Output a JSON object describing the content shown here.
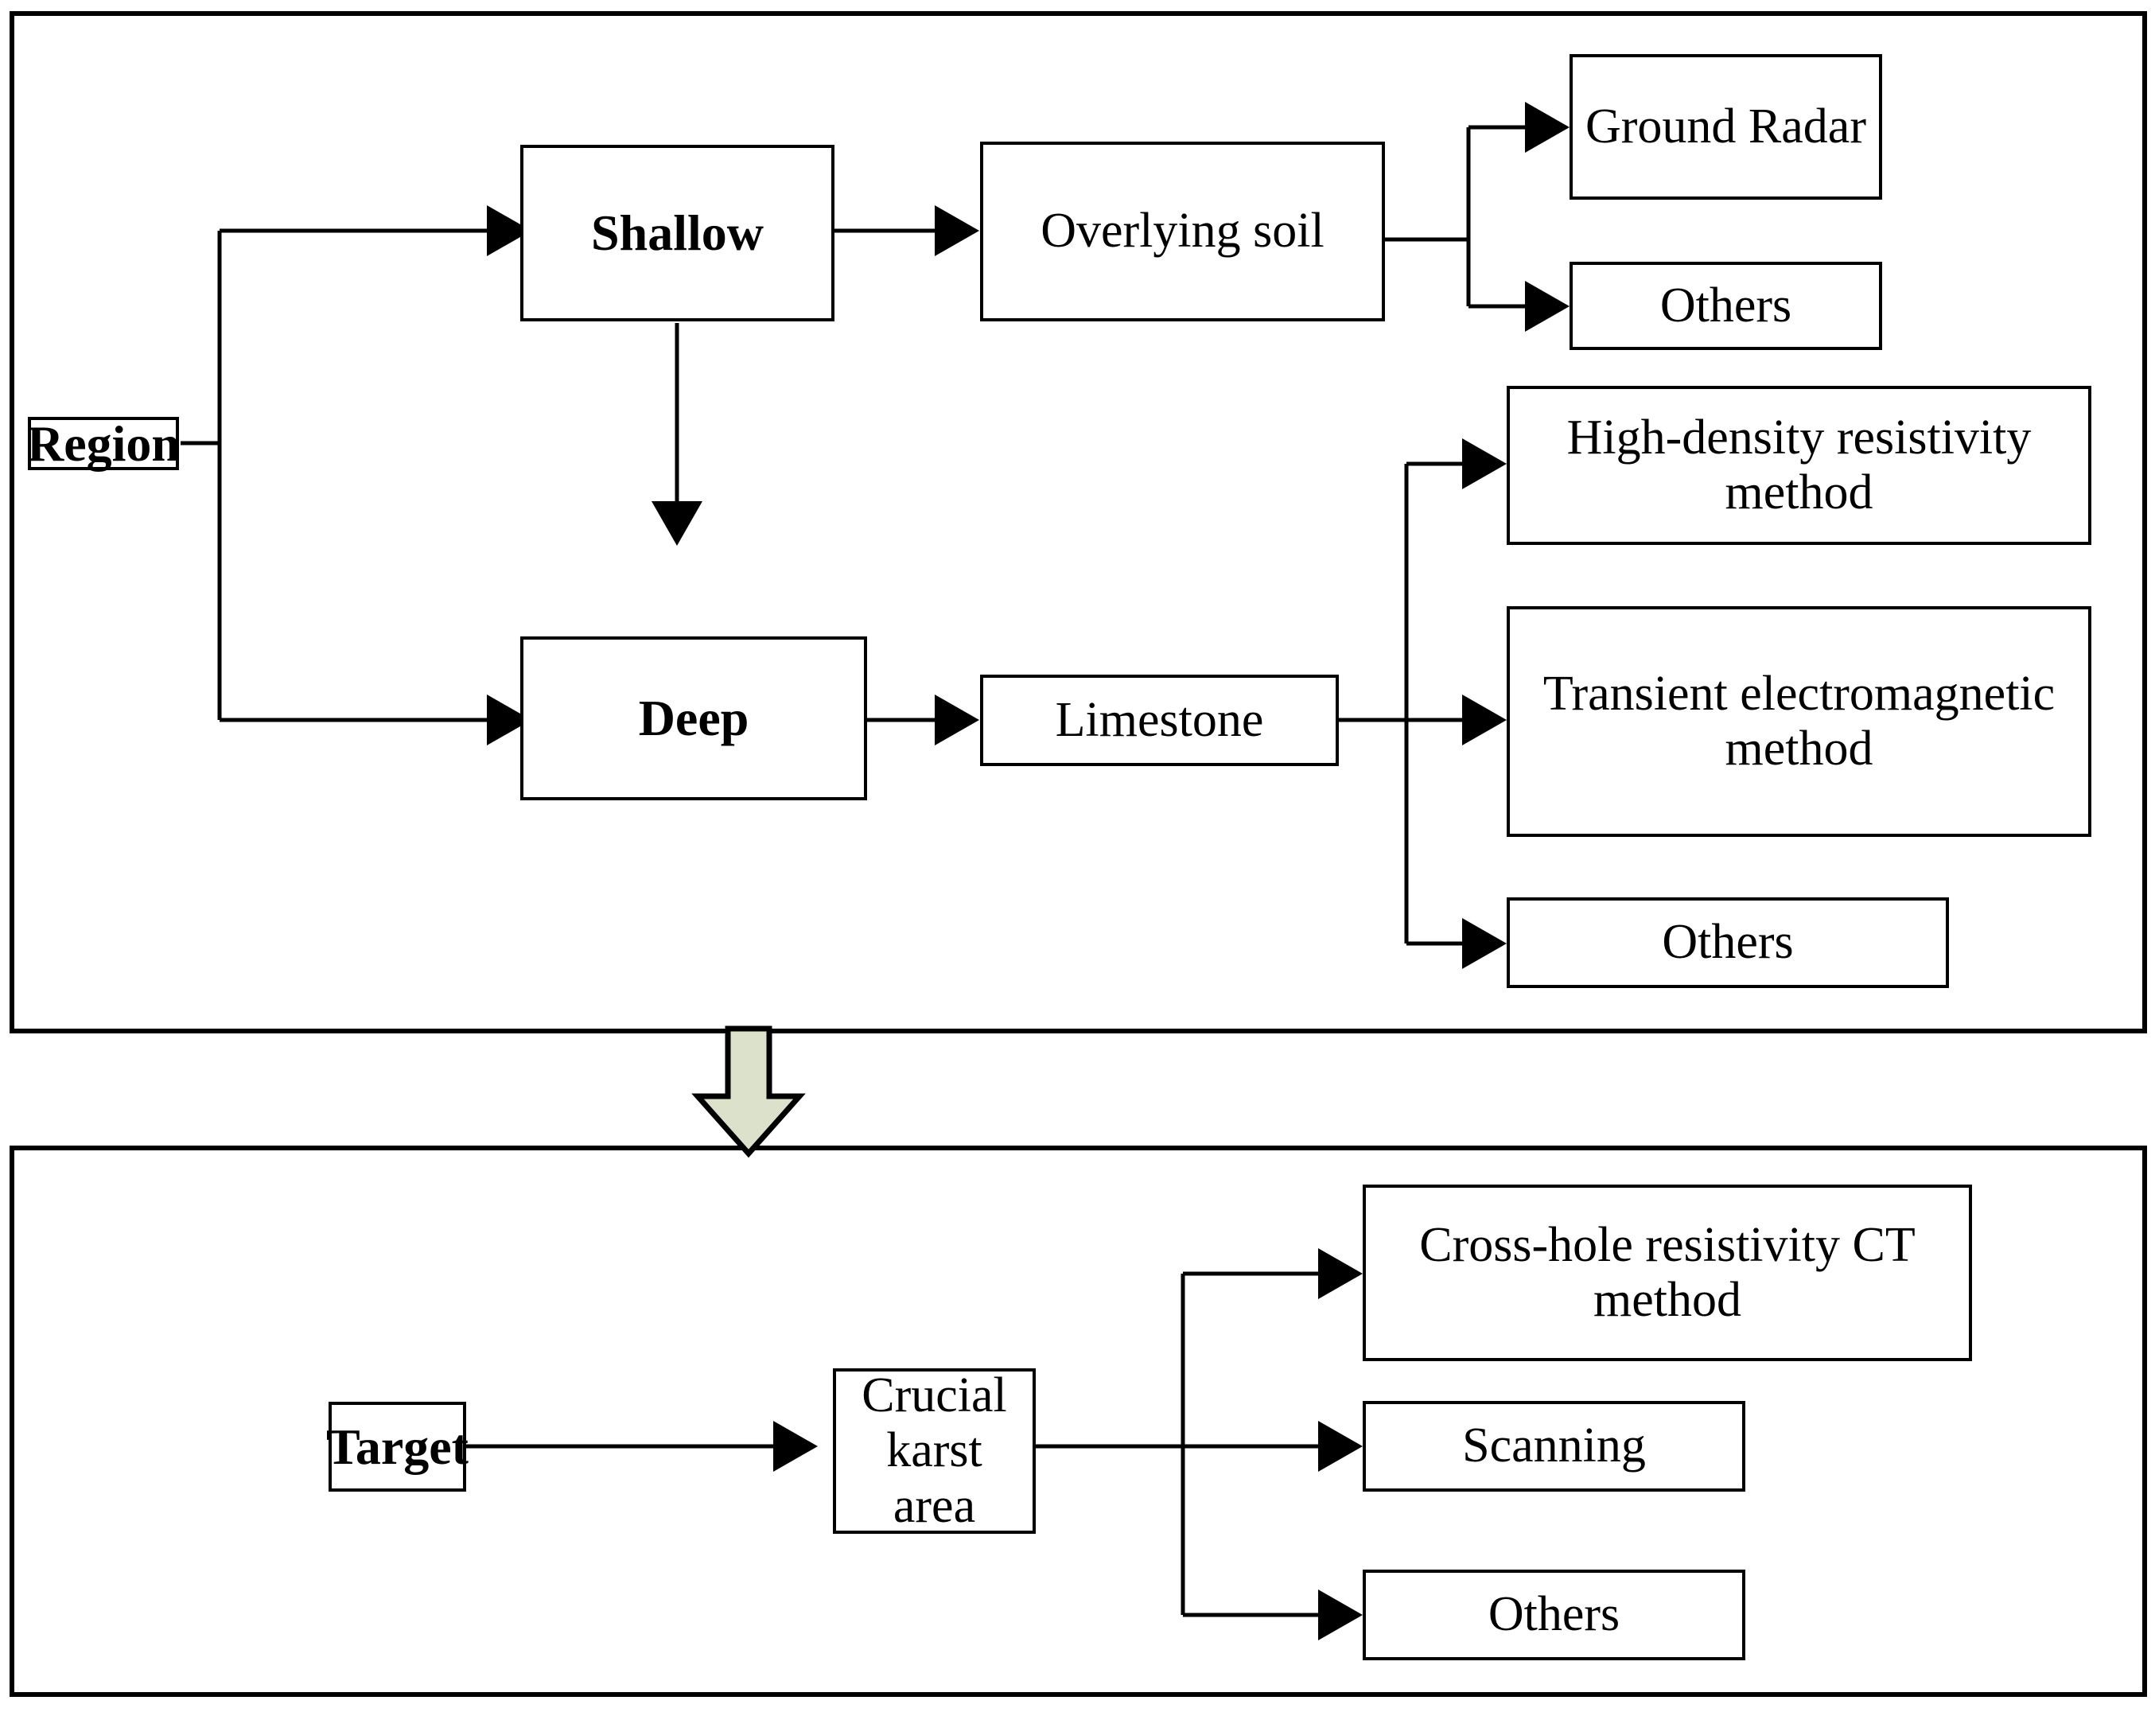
{
  "diagram": {
    "type": "flowchart",
    "title": "Karst detection method flowchart",
    "accent_arrow_color": "#dbe1ca",
    "line_color": "#000000",
    "background": "#ffffff"
  },
  "top_panel": {
    "root": {
      "label": "Region"
    },
    "branches": [
      {
        "label": "Shallow"
      },
      {
        "label": "Deep"
      }
    ],
    "media": [
      {
        "label": "Overlying soil"
      },
      {
        "label": "Limestone"
      }
    ],
    "shallow_methods": [
      {
        "label": "Ground Radar"
      },
      {
        "label": "Others"
      }
    ],
    "deep_methods": [
      {
        "label": "High-density resistivity method"
      },
      {
        "label": "Transient electromagnetic method"
      },
      {
        "label": "Others"
      }
    ]
  },
  "connector": {
    "name": "down-block-arrow",
    "direction": "down"
  },
  "bottom_panel": {
    "root": {
      "label": "Target"
    },
    "area": {
      "label": "Crucial karst area"
    },
    "methods": [
      {
        "label": "Cross-hole resistivity CT method"
      },
      {
        "label": "Scanning"
      },
      {
        "label": "Others"
      }
    ]
  },
  "labels": {
    "region": "Region",
    "shallow": "Shallow",
    "deep": "Deep",
    "overlying_soil": "Overlying soil",
    "limestone": "Limestone",
    "ground_radar": "Ground Radar",
    "others_shallow": "Others",
    "high_density": "High-density resistivity method",
    "transient_em": "Transient electromagnetic method",
    "others_deep": "Others",
    "target": "Target",
    "crucial_karst_area": "Crucial karst area",
    "cross_hole_ct": "Cross-hole resistivity CT method",
    "scanning": "Scanning",
    "others_bottom": "Others"
  }
}
